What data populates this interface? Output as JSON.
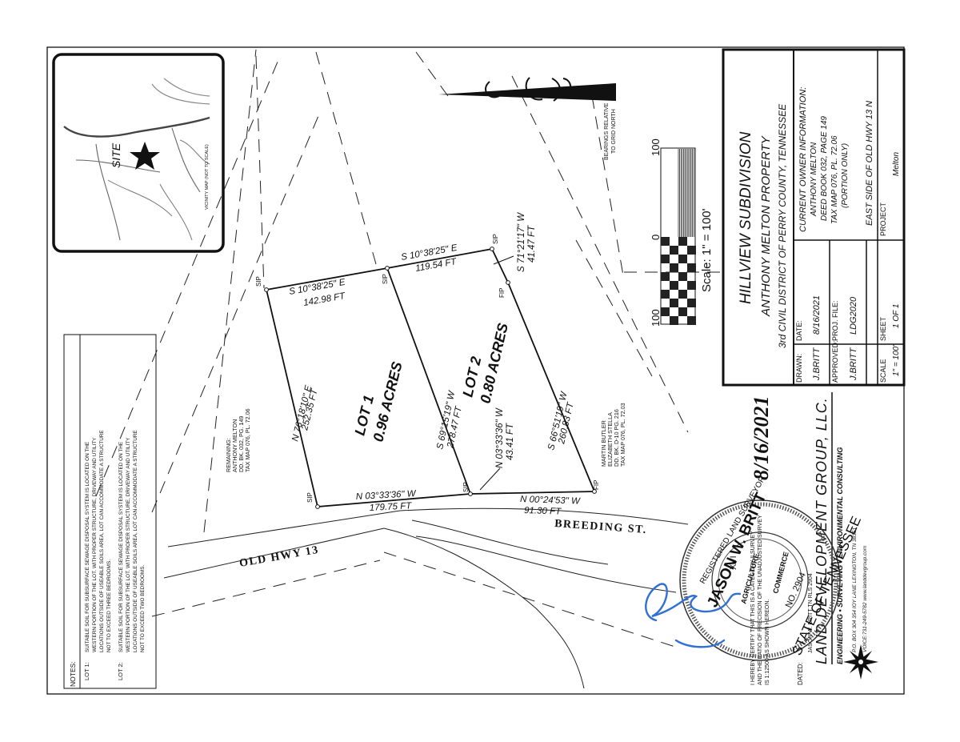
{
  "notes": {
    "heading": "NOTES:",
    "lot1_label": "LOT 1:",
    "lot1_lines": [
      "SUITABLE SOIL FOR SUBSURFACE SEWAGE DISPOSAL SYSTEM IS LOCATED ON THE",
      "WESTERN PORTION OF THE LOT.  WITH PROPER STRUCTURE, DRIVEWAY AND UTILITY",
      "LOCATIONS OUTSIDE OF USEABLE SOILS AREA, LOT CAN ACCOMMODATE A STRUCTURE",
      "NOT TO EXCEED THREE BEDROOMS."
    ],
    "lot2_label": "LOT 2:",
    "lot2_lines": [
      "SUITABLE SOIL FOR SUBSURFACE SEWAGE DISPOSAL SYSTEM IS LOCATED ON THE",
      "WESTERN PORTION OF THE LOT.  WITH PROPER STRUCTURE, DRIVEWAY AND UTILITY",
      "LOCATIONS OUTSIDE OF USEABLE SOILS AREA, LOT CAN ACCOMMODATE A STRUCTURE",
      "NOT TO EXCEED TWO BEDROOMS."
    ]
  },
  "vicinity": {
    "site": "SITE",
    "caption": "VICINITY MAP (NOT TO SCALE)"
  },
  "north": {
    "bearings_line1": "BEARINGS RELATIVE",
    "bearings_line2": "TO GRID NORTH"
  },
  "scale_bar": {
    "label_left": "100",
    "label_mid": "0",
    "label_right": "100",
    "caption": "Scale: 1\" = 100'"
  },
  "lots": {
    "lot1_name": "LOT 1",
    "lot1_area": "0.96 ACRES",
    "lot2_name": "LOT 2",
    "lot2_area": "0.80 ACRES"
  },
  "bounds": {
    "b1_bearing": "S 10°38'25\" E",
    "b1_dist": "142.98 FT",
    "b2_bearing": "S 10°38'25\" E",
    "b2_dist": "119.54 FT",
    "b3_bearing": "S 71°21'17\" W",
    "b3_dist": "41.47 FT",
    "b4_bearing": "N 76°18'10\" E",
    "b4_dist": "252.35 FT",
    "b5_bearing": "S 69°15'19\" W",
    "b5_dist": "278.47 FT",
    "b6_bearing": "S 66°51'19\" W",
    "b6_dist": "260.83 FT",
    "b7_bearing": "N 03°33'36\" W",
    "b7_dist": "43.41 FT",
    "b8_bearing": "N 03°33'36\" W",
    "b8_dist": "179.75 FT",
    "b9_bearing": "N 00°24'53\" W",
    "b9_dist": "91.30 FT"
  },
  "corners": {
    "sip": "SIP",
    "fip": "FIP"
  },
  "adjoiners": {
    "remaining": [
      "REMAINING:",
      "ANTHONY MELTON",
      "DD. BK. 032, PG. 149",
      "TAX MAP 076, PL. 72.06"
    ],
    "butler": [
      "MARTIN BUTLER",
      "ELIZABETH STELLA",
      "DD. BK. D-10 PG. 216",
      "TAX MAP 076, PL. 72.03"
    ]
  },
  "roads": {
    "old_hwy": "OLD HWY 13",
    "breeding": "BREEDING ST."
  },
  "title_block": {
    "title": "HILLVIEW SUBDIVISION",
    "subtitle": "ANTHONY MELTON PROPERTY",
    "district": "3rd CIVIL DISTRICT OF PERRY COUNTY, TENNESSEE",
    "owner_heading": "CURRENT OWNER INFORMATION:",
    "owner_name": "ANTHONY MELTON",
    "owner_deed": "DEED BOOK 032, PAGE 149",
    "owner_map": "TAX MAP 076, PL. 72.06",
    "owner_portion": "(PORTION ONLY)",
    "location": "EAST SIDE OF OLD HWY 13 N",
    "drawn_label": "DRAWN:",
    "drawn_value": "J.BRITT",
    "date_label": "DATE:",
    "date_value": "8/16/2021",
    "approved_label": "APPROVED:",
    "approved_value": "J.BRITT",
    "proj_file_label": "PROJ. FILE:",
    "proj_file_value": "LDG2020",
    "scale_label": "SCALE",
    "scale_value": "1\" = 100'",
    "sheet_label": "SHEET",
    "sheet_value": "1 OF 1",
    "project_label": "PROJECT",
    "project_value": "Melton"
  },
  "firm": {
    "name": "LAND DEVELOPMENT GROUP, LLC.",
    "services": "ENGINEERING • SURVEYING • ENVIRONMENTAL CONSULTING",
    "address": "P.O. BOX 304   354 IOY LANE   LEXINGTON, TN 38351",
    "contact": "VOICE:731-249-5782   www.landdevgroup.com"
  },
  "certification": {
    "line1": "I HEREBY CERTIFY THAT THIS IS A CATEGORY II SURVEY",
    "line2": "AND THE RATIO OF PRECISION OF THE UNADJUSTED SURVEY",
    "line3": "IS 1:12500 AS SHOWN HEREON.",
    "surveyor": "JASON W. BRITT   TN RLS 2904",
    "dated": "DATED:",
    "hand_date": "8/16/2021"
  },
  "seal": {
    "name": "JASON W. BRITT",
    "registered": "REGISTERED LAND SURVEYOR",
    "number": "NO. 2904",
    "state": "STATE OF TENNESSEE",
    "roman": "XVI",
    "agriculture": "AGRICULTURE",
    "commerce": "COMMERCE"
  },
  "colors": {
    "ink": "#111111",
    "signature": "#2f6fd6"
  }
}
